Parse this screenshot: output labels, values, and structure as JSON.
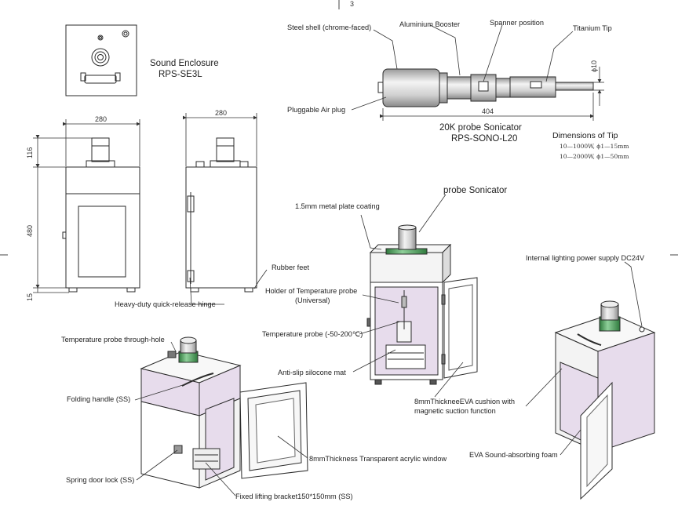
{
  "page_marker": "3",
  "enclosure_top_view": {
    "title_line1": "Sound Enclosure",
    "title_line2": "RPS-SE3L"
  },
  "front_view": {
    "width_dim": "280",
    "height_top_dim": "116",
    "height_main_dim": "480",
    "height_base_dim": "15",
    "hinge_label": "Heavy-duty quick-release hinge"
  },
  "side_view": {
    "width_dim": "280",
    "feet_label": "Rubber feet"
  },
  "probe_drawing": {
    "shell_label": "Steel shell (chrome-faced)",
    "booster_label": "Aluminium Booster",
    "spanner_label": "Spanner position",
    "tip_label": "Titanium Tip",
    "air_plug_label": "Pluggable Air plug",
    "length_dim": "404",
    "diameter_dim": "ϕ10",
    "title_line1": "20K probe Sonicator",
    "title_line2": "RPS-SONO-L20",
    "tip_dims_title": "Dimensions of Tip",
    "tip_dims_line1": "10—1000W, ϕ1—15mm",
    "tip_dims_line2": "10—2000W, ϕ1—50mm"
  },
  "center_iso": {
    "probe_label": "probe Sonicator",
    "coating_label": "1.5mm metal plate coating",
    "holder_label_line1": "Holder of Temperature probe",
    "holder_label_line2": "(Universal)",
    "temp_probe_label": "Temperature probe (-50-200℃)",
    "mat_label": "Anti-slip silocone mat",
    "eva_cushion_line1": "8mmThickneeEVA cushion with",
    "eva_cushion_line2": "magnetic suction function"
  },
  "left_iso": {
    "through_hole_label": "Temperature probe through-hole",
    "handle_label": "Folding handle (SS)",
    "acrylic_label": "8mmThickness Transparent acrylic window",
    "door_lock_label": "Spring door lock (SS)",
    "bracket_label": "Fixed lifting bracket150*150mm (SS)"
  },
  "right_iso": {
    "power_label": "Internal lighting power supply DC24V",
    "foam_label": "EVA Sound-absorbing foam"
  },
  "colors": {
    "line": "#2b2b2b",
    "panel_pink": "#e7dcec",
    "metal_light": "#f4f4f4",
    "metal_mid": "#cfcfcf",
    "metal_dark": "#8a8a8a",
    "green_ring": "#5fae6a",
    "green_ring_dark": "#2f7a3d"
  }
}
